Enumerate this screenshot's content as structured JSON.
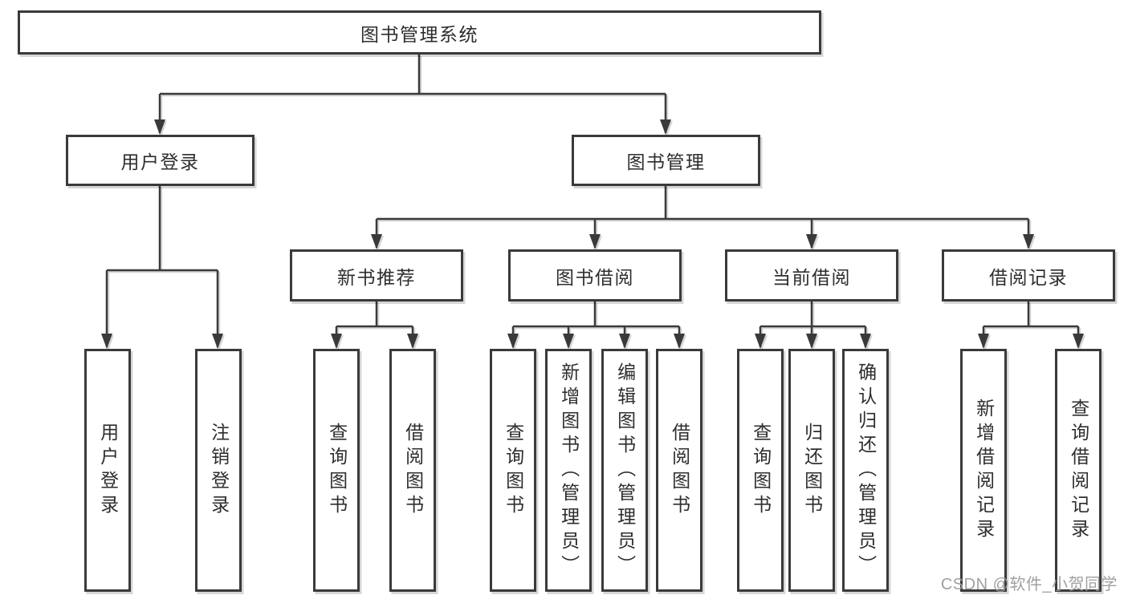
{
  "diagram": {
    "title": "图书管理系统",
    "watermark": "CSDN @软件_小贺同学",
    "colors": {
      "line": "#3a3a3a",
      "box_border": "#3a3a3a",
      "box_bg": "#ffffff",
      "text": "#2e2e2e",
      "watermark": "#9b9b9b"
    },
    "root": {
      "label": "图书管理系统",
      "children": [
        {
          "label": "用户登录",
          "children": [
            {
              "label": "用户登录"
            },
            {
              "label": "注销登录"
            }
          ]
        },
        {
          "label": "图书管理",
          "children": [
            {
              "label": "新书推荐",
              "children": [
                {
                  "label": "查询图书"
                },
                {
                  "label": "借阅图书"
                }
              ]
            },
            {
              "label": "图书借阅",
              "children": [
                {
                  "label": "查询图书"
                },
                {
                  "label": "新增图书（管理员）"
                },
                {
                  "label": "编辑图书（管理员）"
                },
                {
                  "label": "借阅图书"
                }
              ]
            },
            {
              "label": "当前借阅",
              "children": [
                {
                  "label": "查询图书"
                },
                {
                  "label": "归还图书"
                },
                {
                  "label": "确认归还（管理员）"
                }
              ]
            },
            {
              "label": "借阅记录",
              "children": [
                {
                  "label": "新增借阅记录"
                },
                {
                  "label": "查询借阅记录"
                }
              ]
            }
          ]
        }
      ]
    }
  }
}
